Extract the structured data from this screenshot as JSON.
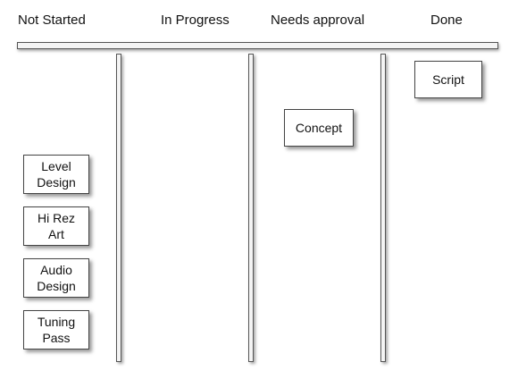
{
  "columns": {
    "not_started": "Not Started",
    "in_progress": "In Progress",
    "needs_approval": "Needs approval",
    "done": "Done"
  },
  "cards": {
    "level_design": [
      "Level",
      "Design"
    ],
    "hi_rez_art": [
      "Hi Rez",
      "Art"
    ],
    "audio_design": [
      "Audio",
      "Design"
    ],
    "tuning_pass": [
      "Tuning",
      "Pass"
    ],
    "concept": [
      "Concept"
    ],
    "script": [
      "Script"
    ]
  }
}
